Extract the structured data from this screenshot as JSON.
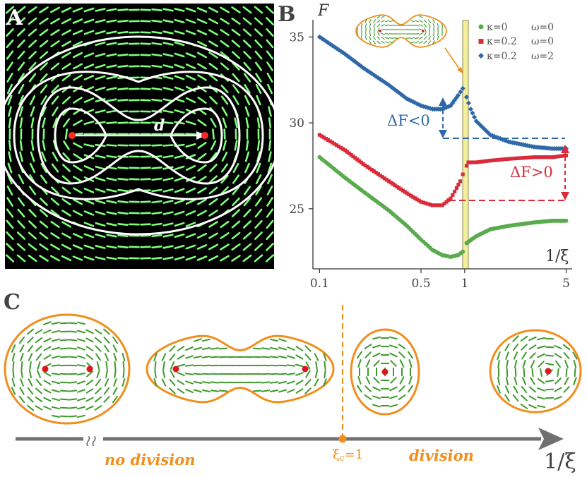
{
  "panel_labels": {
    "a": "A",
    "b": "B",
    "c": "C"
  },
  "panel_a": {
    "label_d": "d",
    "colors": {
      "background": "#000000",
      "field": "#7dff7a",
      "contour": "#ffffff",
      "defect": "#ff2a2a"
    }
  },
  "chart_data": {
    "type": "scatter",
    "title": "",
    "ylabel": "F",
    "xlabel": "1/ξ",
    "x_scale": "log",
    "xlim": [
      0.09,
      5.5
    ],
    "ylim": [
      21.5,
      36
    ],
    "x_ticks": [
      "0.1",
      "0.5",
      "1",
      "5"
    ],
    "y_ticks": [
      "25",
      "30",
      "35"
    ],
    "critical_x": 1,
    "series": [
      {
        "name": "κ=0",
        "omega": "ω=0",
        "marker": "circle",
        "color": "#5aaa4e",
        "segments": [
          {
            "x": [
              0.1,
              0.15,
              0.2,
              0.3,
              0.4,
              0.5,
              0.6,
              0.7,
              0.8,
              0.9,
              0.97
            ],
            "y": [
              28.0,
              26.8,
              26.0,
              24.9,
              24.0,
              23.2,
              22.6,
              22.3,
              22.2,
              22.3,
              22.5
            ]
          },
          {
            "x": [
              1.03,
              1.2,
              1.5,
              2.0,
              3.0,
              4.0,
              5.0
            ],
            "y": [
              23.0,
              23.4,
              23.8,
              24.0,
              24.2,
              24.3,
              24.3
            ]
          }
        ]
      },
      {
        "name": "κ=0.2",
        "omega": "ω=0",
        "marker": "square",
        "color": "#d92b3a",
        "segments": [
          {
            "x": [
              0.1,
              0.15,
              0.2,
              0.3,
              0.4,
              0.5,
              0.6,
              0.7,
              0.8,
              0.88,
              0.93,
              0.97
            ],
            "y": [
              29.3,
              28.4,
              27.6,
              26.6,
              25.9,
              25.4,
              25.2,
              25.2,
              25.6,
              26.2,
              26.6,
              27.0
            ]
          },
          {
            "x": [
              1.03,
              1.06,
              1.2,
              1.5,
              2.0,
              3.0,
              4.0,
              5.0
            ],
            "y": [
              27.5,
              27.7,
              27.7,
              27.8,
              27.9,
              28.0,
              28.0,
              28.1
            ]
          }
        ]
      },
      {
        "name": "κ=0.2",
        "omega": "ω=2",
        "marker": "diamond",
        "color": "#2e68a8",
        "segments": [
          {
            "x": [
              0.1,
              0.15,
              0.2,
              0.3,
              0.4,
              0.5,
              0.6,
              0.7,
              0.8,
              0.9,
              0.97
            ],
            "y": [
              35.0,
              34.0,
              33.2,
              32.2,
              31.4,
              31.0,
              30.8,
              30.8,
              31.0,
              31.6,
              32.0
            ]
          },
          {
            "x": [
              1.03,
              1.1,
              1.2,
              1.5,
              2.0,
              3.0,
              4.0,
              5.0
            ],
            "y": [
              31.5,
              30.8,
              30.1,
              29.3,
              28.9,
              28.6,
              28.5,
              28.5
            ]
          }
        ]
      }
    ],
    "annotations": [
      {
        "text": "ΔF<0",
        "color": "#2e68a8"
      },
      {
        "text": "ΔF>0",
        "color": "#d92b3a"
      }
    ]
  },
  "panel_c": {
    "axis_label": "1/ξ",
    "left_text": "no division",
    "right_text": "division",
    "critical_label": "ξ",
    "critical_sub": "c",
    "critical_value": "=1",
    "colors": {
      "outline": "#f18e1c",
      "field": "#3d9a2a",
      "defect": "#e0141d",
      "axis": "#707070"
    }
  }
}
